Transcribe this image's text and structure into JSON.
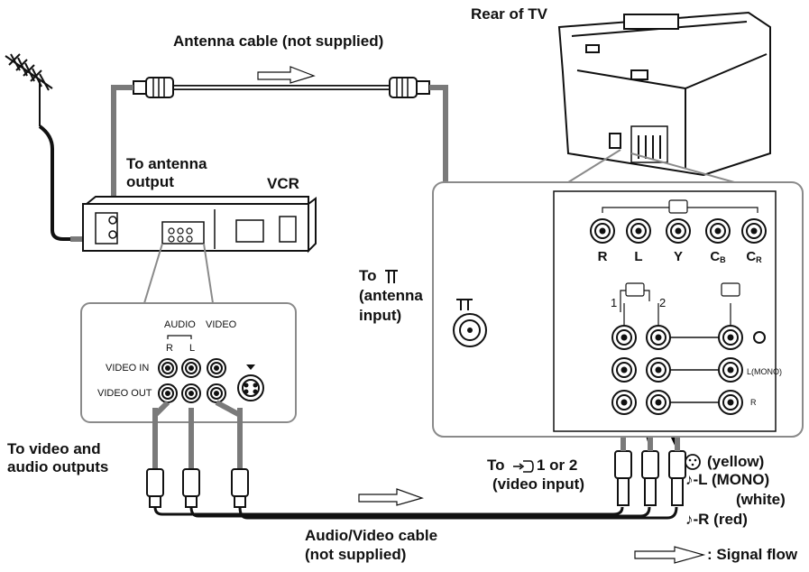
{
  "labels": {
    "rear_of_tv": "Rear of TV",
    "antenna_cable": "Antenna cable (not supplied)",
    "to_antenna_output_1": "To antenna",
    "to_antenna_output_2": "output",
    "vcr": "VCR",
    "to_antenna_input_1": "To",
    "to_antenna_input_2": "(antenna",
    "to_antenna_input_3": "input)",
    "to_av_outputs_1": "To video and",
    "to_av_outputs_2": "audio outputs",
    "to_video_input_1": "To",
    "to_video_input_1b": "1 or 2",
    "to_video_input_2": "(video input)",
    "audio_video_cable_1": "Audio/Video cable",
    "audio_video_cable_2": "(not supplied)",
    "yellow": "(yellow)",
    "l_mono": "-L (MONO)",
    "white": "(white)",
    "r_red": "-R (red)",
    "signal_flow": ": Signal flow"
  },
  "vcr_panel": {
    "audio": "AUDIO",
    "video": "VIDEO",
    "r": "R",
    "l": "L",
    "video_in": "VIDEO IN",
    "video_out": "VIDEO OUT"
  },
  "tv_panel": {
    "component_jacks": [
      "R",
      "L",
      "Y",
      "C",
      "C"
    ],
    "component_subs": [
      "",
      "",
      "",
      "B",
      "R"
    ],
    "input_1": "1",
    "input_2": "2",
    "l_mono": "L(MONO)",
    "r": "R"
  },
  "colors": {
    "line": "#111111",
    "signal_gray": "#7a7a7a",
    "panel_border": "#8a8a8a"
  }
}
